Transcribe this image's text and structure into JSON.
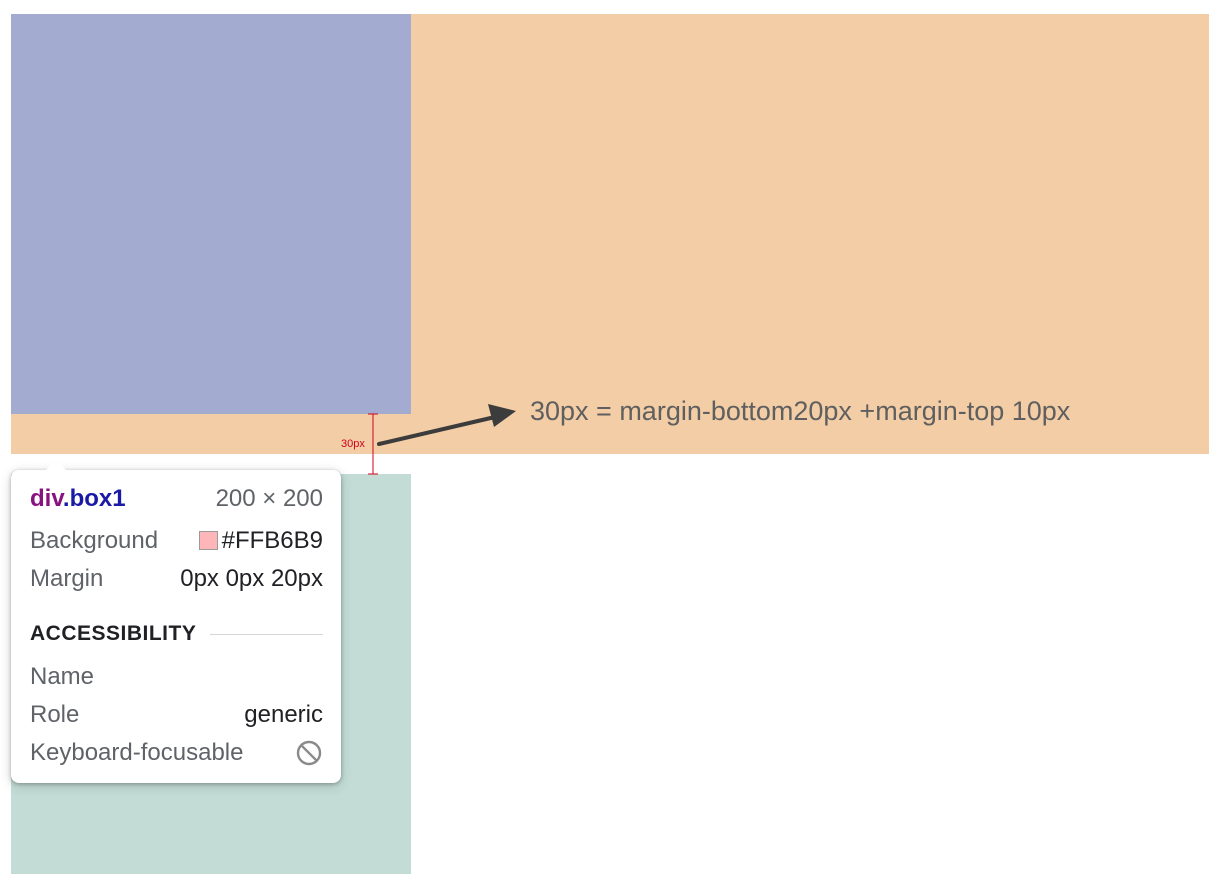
{
  "annotation": {
    "measure_label": "30px",
    "text": "30px = margin-bottom20px +margin-top 10px"
  },
  "tooltip": {
    "tag": "div",
    "class": ".box1",
    "dimensions": "200 × 200",
    "background_label": "Background",
    "background_value": "#FFB6B9",
    "margin_label": "Margin",
    "margin_value": "0px 0px 20px",
    "accessibility_title": "ACCESSIBILITY",
    "name_label": "Name",
    "name_value": "",
    "role_label": "Role",
    "role_value": "generic",
    "keyboard_label": "Keyboard-focusable",
    "keyboard_icon": "not-allowed-icon"
  },
  "colors": {
    "box1_highlight": "#a3acd0",
    "margin_highlight": "#f2cda5",
    "box2_background": "#c3ddd6",
    "background_swatch": "#FFB6B9",
    "measure_line": "#d0021b",
    "arrow": "#3c3c3c"
  }
}
